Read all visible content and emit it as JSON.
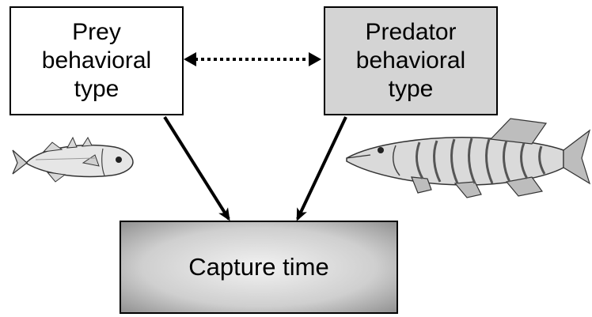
{
  "nodes": {
    "prey": {
      "label": "Prey\nbehavioral\ntype",
      "fill": "#ffffff"
    },
    "predator": {
      "label": "Predator\nbehavioral\ntype",
      "fill": "#d4d4d4"
    },
    "capture": {
      "label": "Capture time",
      "fill": "#bdbdbd"
    }
  },
  "edges": [
    {
      "from": "prey",
      "to": "predator",
      "style": "dotted",
      "direction": "both"
    },
    {
      "from": "prey",
      "to": "capture",
      "style": "solid",
      "direction": "forward"
    },
    {
      "from": "predator",
      "to": "capture",
      "style": "solid",
      "direction": "forward"
    }
  ],
  "illustrations": [
    {
      "name": "stickleback-fish-illustration"
    },
    {
      "name": "pike-fish-illustration"
    }
  ]
}
